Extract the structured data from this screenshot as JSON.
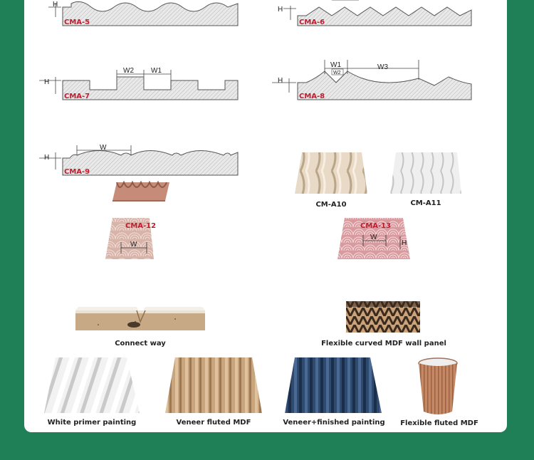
{
  "profiles": {
    "cma5": {
      "code": "CMA-5",
      "h": "H"
    },
    "cma6": {
      "code": "CMA-6",
      "h": "H"
    },
    "cma7": {
      "code": "CMA-7",
      "h": "H",
      "w1": "W1",
      "w2": "W2"
    },
    "cma8": {
      "code": "CMA-8",
      "h": "H",
      "w1": "W1",
      "w2": "W2",
      "w3": "W3"
    },
    "cma9": {
      "code": "CMA-9",
      "h": "H",
      "w": "W"
    }
  },
  "panels": {
    "cma12": {
      "code": "CMA-12",
      "w": "W"
    },
    "cma13": {
      "code": "CMA-13",
      "w": "W",
      "h": "H"
    },
    "a10": {
      "caption": "CM-A10"
    },
    "a11": {
      "caption": "CM-A11"
    }
  },
  "captions": {
    "connect": "Connect way",
    "flexible_panel": "Flexible curved MDF wall panel",
    "white": "White primer painting",
    "veneer": "Veneer fluted MDF",
    "veneer_finished": "Veneer+finished painting",
    "flexible_fluted": "Flexible fluted MDF"
  },
  "colors": {
    "background": "#1f7f57",
    "code_red": "#c41a2e"
  }
}
